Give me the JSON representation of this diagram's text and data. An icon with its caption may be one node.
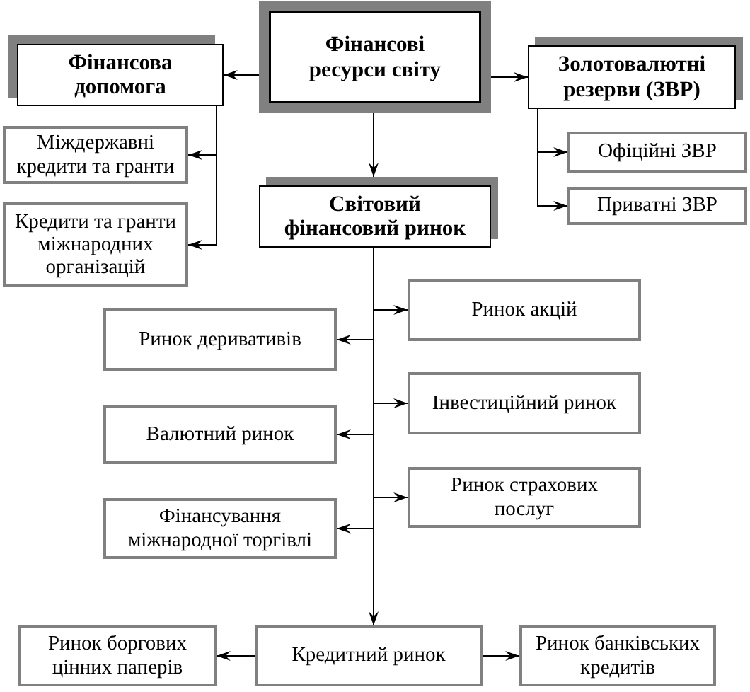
{
  "diagram": {
    "nodes": [
      {
        "text": [
          "Фінансові ресурси світу"
        ]
      },
      {
        "text": [
          "Фінансова допомога"
        ]
      },
      {
        "text": [
          "Золотовалютні резерви (ЗВР)"
        ]
      },
      {
        "text": [
          "Міждержавні кредити та гранти"
        ]
      },
      {
        "text": [
          "Кредити та гранти міжнародних організацій"
        ]
      },
      {
        "text": [
          "Офіційні ЗВР"
        ]
      },
      {
        "text": [
          "Приватні ЗВР"
        ]
      },
      {
        "text": [
          "Світовий фінансовий ринок"
        ]
      },
      {
        "text": [
          "Ринок акцій"
        ]
      },
      {
        "text": [
          "Ринок деривативів"
        ]
      },
      {
        "text": [
          "Інвестиційний ринок"
        ]
      },
      {
        "text": [
          "Валютний ринок"
        ]
      },
      {
        "text": [
          "Ринок страхових послуг"
        ]
      },
      {
        "text": [
          "Фінансування міжнародної торгівлі"
        ]
      },
      {
        "text": [
          "Ринок боргових цінних паперів"
        ]
      },
      {
        "text": [
          "Кредитний ринок"
        ]
      },
      {
        "text": [
          "Ринок банківських кредитів"
        ]
      }
    ],
    "edges": [
      {
        "from": 0,
        "to": 1,
        "arrow": "to"
      },
      {
        "from": 0,
        "to": 2,
        "arrow": "to"
      },
      {
        "from": 0,
        "to": 7,
        "arrow": "to"
      },
      {
        "from": 1,
        "to": 3,
        "arrow": "to"
      },
      {
        "from": 1,
        "to": 4,
        "arrow": "to"
      },
      {
        "from": 2,
        "to": 5,
        "arrow": "to"
      },
      {
        "from": 2,
        "to": 6,
        "arrow": "to"
      },
      {
        "from": 7,
        "to": 8,
        "arrow": "to"
      },
      {
        "from": 7,
        "to": 9,
        "arrow": "to"
      },
      {
        "from": 7,
        "to": 10,
        "arrow": "to"
      },
      {
        "from": 7,
        "to": 11,
        "arrow": "to"
      },
      {
        "from": 7,
        "to": 12,
        "arrow": "to"
      },
      {
        "from": 7,
        "to": 13,
        "arrow": "to"
      },
      {
        "from": 7,
        "to": 15,
        "arrow": "to"
      },
      {
        "from": 15,
        "to": 14,
        "arrow": "to"
      },
      {
        "from": 15,
        "to": 16,
        "arrow": "to"
      }
    ]
  }
}
